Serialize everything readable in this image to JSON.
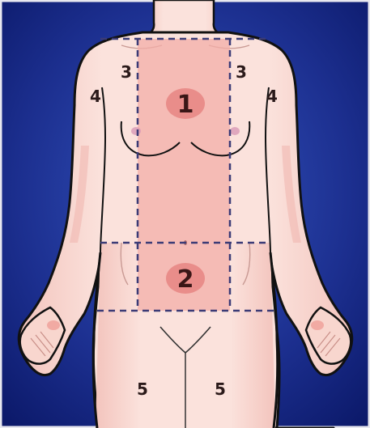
{
  "colors": {
    "background_outer": "#0b1a6b",
    "background_inner": "#2c4ab5",
    "skin": "#f8d7d0",
    "skin_shadow": "#eab3ad",
    "outline": "#111111",
    "zone_fill": "#f2aaa4",
    "zone_circle": "#e98d8a",
    "dashed_line": "#3a3a7a"
  },
  "zones": [
    {
      "id": "chest-zone",
      "label": "1"
    },
    {
      "id": "abdomen-zone",
      "label": "2"
    },
    {
      "id": "upper-chest-left",
      "label": "3"
    },
    {
      "id": "upper-chest-right",
      "label": "3"
    },
    {
      "id": "upper-arm-left",
      "label": "4"
    },
    {
      "id": "upper-arm-right",
      "label": "4"
    },
    {
      "id": "thigh-left",
      "label": "5"
    },
    {
      "id": "thigh-right",
      "label": "5"
    }
  ]
}
